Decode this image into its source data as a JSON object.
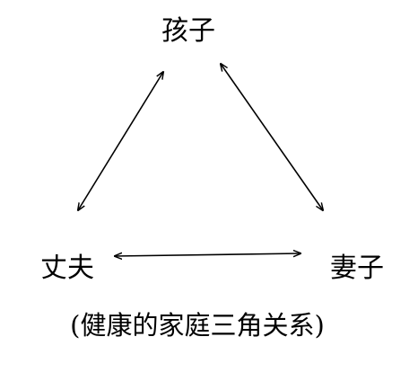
{
  "nodes": {
    "child": "孩子",
    "husband": "丈夫",
    "wife": "妻子"
  },
  "caption": "(健康的家庭三角关系)",
  "edges": [
    {
      "from": "husband",
      "to": "child",
      "arrows": "both"
    },
    {
      "from": "child",
      "to": "wife",
      "arrows": "both"
    },
    {
      "from": "husband",
      "to": "wife",
      "arrows": "both"
    }
  ],
  "colors": {
    "ink": "#000000",
    "background": "#ffffff"
  }
}
